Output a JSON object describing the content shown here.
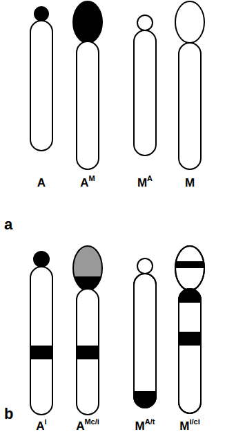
{
  "diagram": {
    "labels": [
      "a",
      "A",
      "A",
      "M",
      "M",
      "A",
      "M",
      "b",
      "A",
      "i",
      "A",
      "Mc/i",
      "M",
      "A/t",
      "M",
      "i/ci"
    ]
  }
}
